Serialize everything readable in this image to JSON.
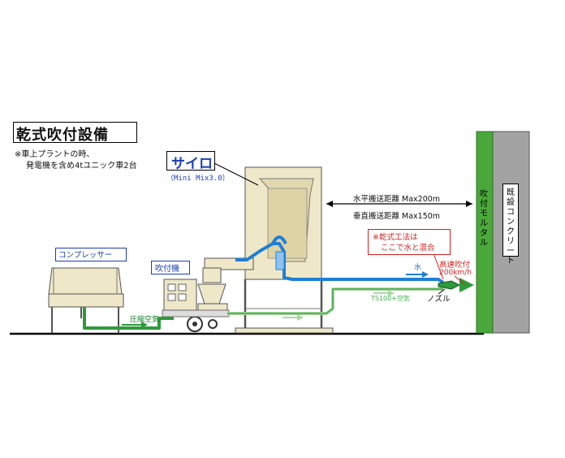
{
  "title": "乾式吹付設備",
  "notes": [
    "※車上プラントの時、",
    "発電機を含め4tユニック車2台"
  ],
  "silo": {
    "label": "サイロ",
    "sub": "（Mini Mix3.0）"
  },
  "compressor": {
    "label": "コンプレッサー"
  },
  "sprayer": {
    "label": "吹付機"
  },
  "distances": {
    "horizontal": "水平搬送距離 Max200m",
    "vertical": "垂直搬送距離 Max150m"
  },
  "red_note": {
    "line1": "※乾式工法は",
    "line2": "ここで水と混合"
  },
  "water_label": "水",
  "high_speed": {
    "line1": "高速吹付",
    "line2": "200km/h"
  },
  "nozzle_label": "ノズル",
  "ts100_label": "TS100+空気",
  "compressed_air_label": "圧縮空気",
  "mortar_label": "吹付モルタル",
  "concrete_label": "既設コンクリート",
  "colors": {
    "green": "#2e9a3a",
    "blue": "#1f7fd6",
    "silo": "#eee7c8",
    "wall_green": "#4aa83a",
    "wall_gray": "#9e9e9e",
    "red": "#d51f1f"
  }
}
